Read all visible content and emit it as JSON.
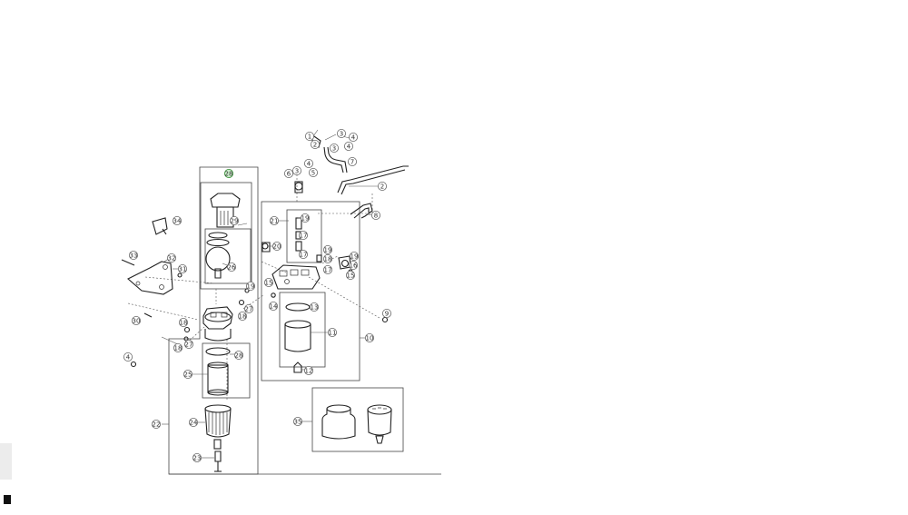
{
  "diagram": {
    "type": "exploded-parts-view",
    "highlight_color": "#2e8b2e",
    "callouts": [
      {
        "id": "c1",
        "label": "1"
      },
      {
        "id": "c2a",
        "label": "2"
      },
      {
        "id": "c3a",
        "label": "3"
      },
      {
        "id": "c3b",
        "label": "3"
      },
      {
        "id": "c4a",
        "label": "4"
      },
      {
        "id": "c4b",
        "label": "4"
      },
      {
        "id": "c2b",
        "label": "2"
      },
      {
        "id": "c6a",
        "label": "6"
      },
      {
        "id": "c3c",
        "label": "3"
      },
      {
        "id": "c4c",
        "label": "4"
      },
      {
        "id": "c5",
        "label": "5"
      },
      {
        "id": "c7",
        "label": "7"
      },
      {
        "id": "c8",
        "label": "8"
      },
      {
        "id": "c21",
        "label": "21"
      },
      {
        "id": "c19a",
        "label": "19"
      },
      {
        "id": "c17a",
        "label": "17"
      },
      {
        "id": "c17b",
        "label": "17"
      },
      {
        "id": "c20",
        "label": "20"
      },
      {
        "id": "c19b",
        "label": "19"
      },
      {
        "id": "c18a",
        "label": "18"
      },
      {
        "id": "c17c",
        "label": "17"
      },
      {
        "id": "c19c",
        "label": "19"
      },
      {
        "id": "c16",
        "label": "16"
      },
      {
        "id": "c15a",
        "label": "15"
      },
      {
        "id": "c15b",
        "label": "15"
      },
      {
        "id": "c14",
        "label": "14"
      },
      {
        "id": "c13",
        "label": "13"
      },
      {
        "id": "c11",
        "label": "11"
      },
      {
        "id": "c10",
        "label": "10"
      },
      {
        "id": "c12",
        "label": "12"
      },
      {
        "id": "c9",
        "label": "9"
      },
      {
        "id": "c28a",
        "label": "28"
      },
      {
        "id": "c29",
        "label": "29"
      },
      {
        "id": "c26",
        "label": "26"
      },
      {
        "id": "c34",
        "label": "34"
      },
      {
        "id": "c33",
        "label": "33"
      },
      {
        "id": "c32",
        "label": "32"
      },
      {
        "id": "c31",
        "label": "31"
      },
      {
        "id": "c30",
        "label": "30"
      },
      {
        "id": "c19d",
        "label": "19"
      },
      {
        "id": "c27a",
        "label": "27"
      },
      {
        "id": "c18b",
        "label": "18"
      },
      {
        "id": "c4d",
        "label": "4"
      },
      {
        "id": "c18c",
        "label": "18"
      },
      {
        "id": "c27b",
        "label": "27"
      },
      {
        "id": "c18d",
        "label": "18"
      },
      {
        "id": "c28b",
        "label": "28"
      },
      {
        "id": "c25",
        "label": "25"
      },
      {
        "id": "c22",
        "label": "22"
      },
      {
        "id": "c24",
        "label": "24"
      },
      {
        "id": "c23",
        "label": "23"
      },
      {
        "id": "c35",
        "label": "35"
      }
    ]
  }
}
